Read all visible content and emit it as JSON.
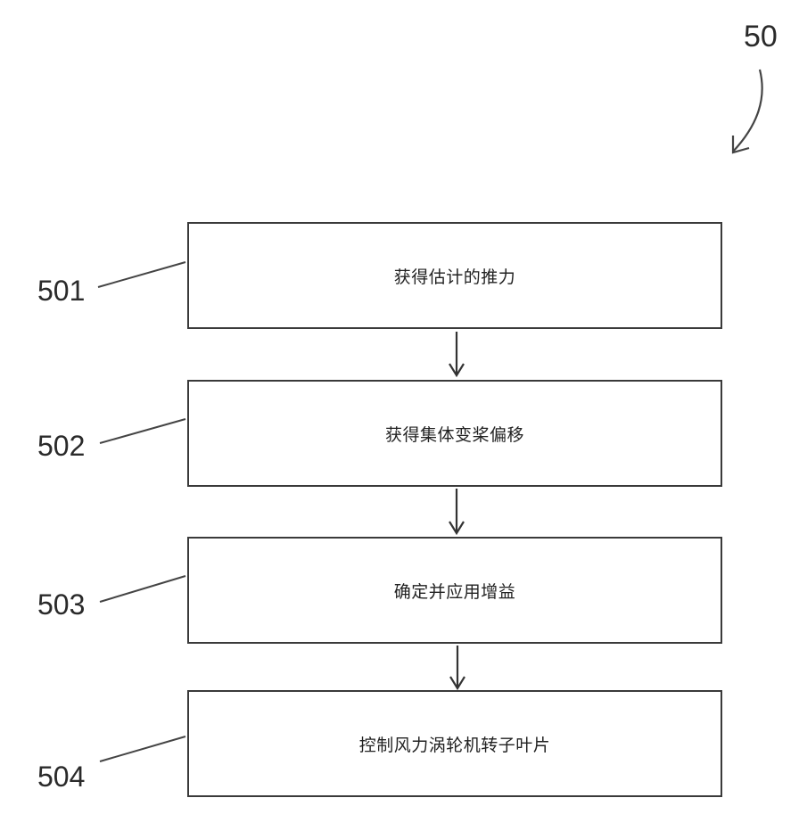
{
  "figure_ref": "50",
  "steps": [
    {
      "id": "501",
      "label": "获得估计的推力"
    },
    {
      "id": "502",
      "label": "获得集体变桨偏移"
    },
    {
      "id": "503",
      "label": "确定并应用增益"
    },
    {
      "id": "504",
      "label": "控制风力涡轮机转子叶片"
    }
  ]
}
